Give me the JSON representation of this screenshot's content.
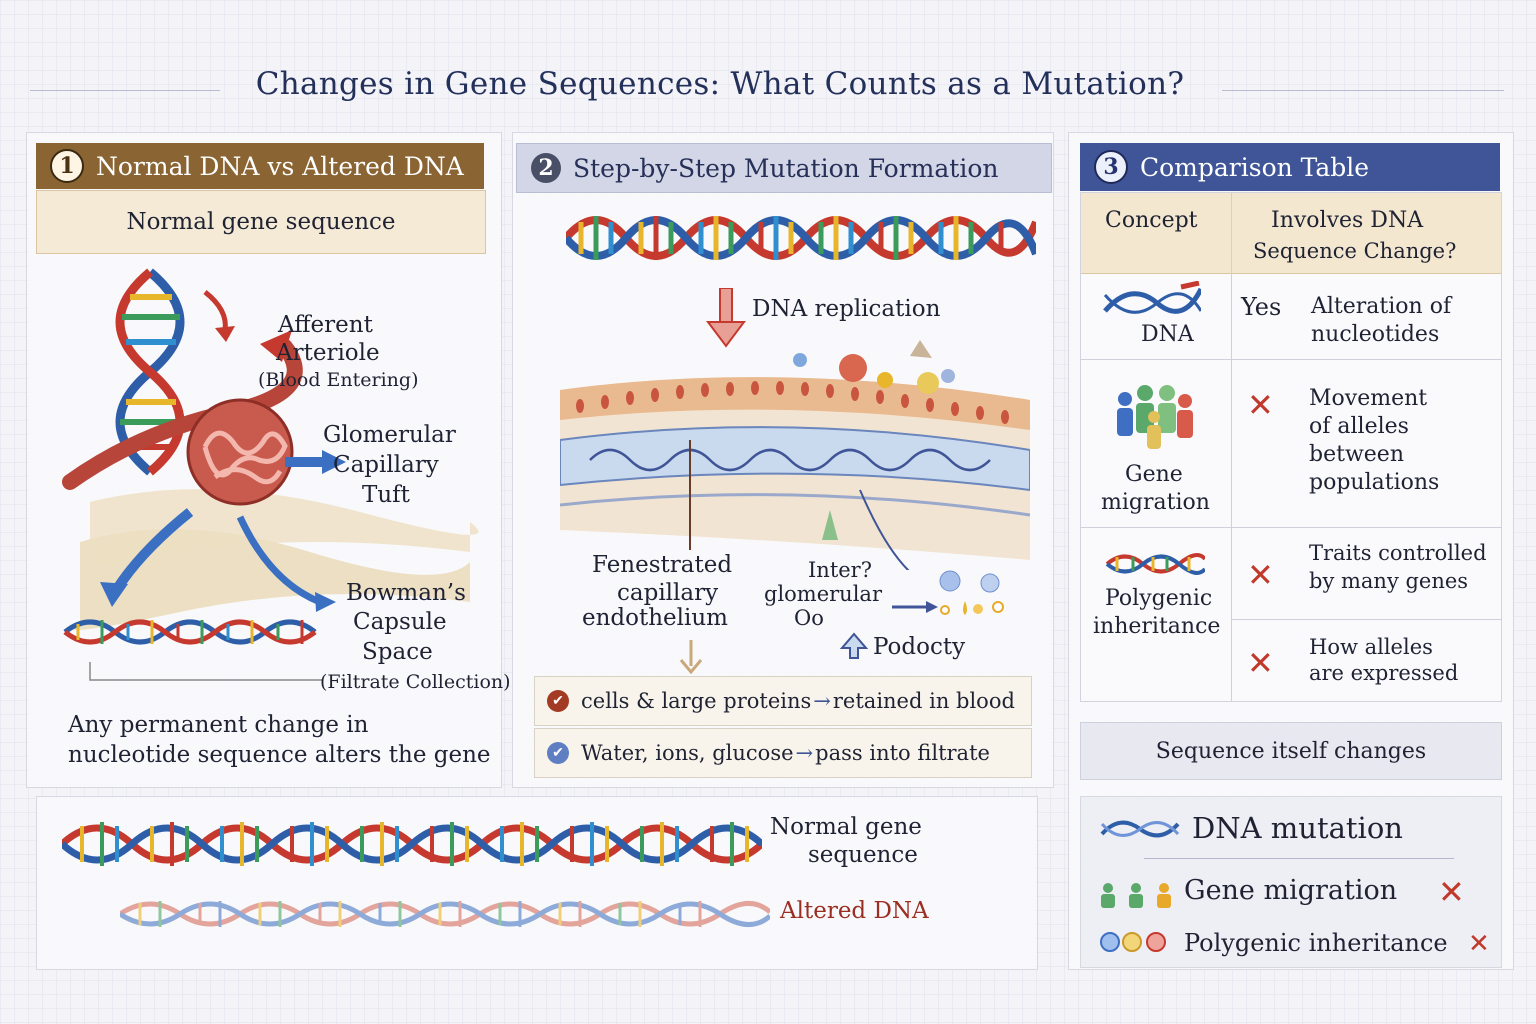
{
  "page": {
    "title": "Changes in Gene Sequences: What Counts as a Mutation?"
  },
  "panel1": {
    "header_num": "1",
    "header": "Normal DNA vs Altered DNA",
    "subheader": "Normal gene sequence",
    "labels": {
      "afferent": "Afferent",
      "arteriole": "Arteriole",
      "blood_entering": "(Blood Entering)",
      "glomerular": "Glomerular",
      "capillary": "Capillary",
      "tuft": "Tuft",
      "bowmans": "Bowman’s",
      "capsule": "Capsule",
      "space": "Space",
      "filtrate": "(Filtrate Collection)"
    },
    "caption_line1": "Any permanent change in",
    "caption_line2": "nucleotide sequence alters the gene"
  },
  "panel2": {
    "header_num": "2",
    "header": "Step-by-Step Mutation Formation",
    "replication": "DNA replication",
    "fenestrated_1": "Fenestrated",
    "fenestrated_2": "capillary",
    "fenestrated_3": "endothelium",
    "inter_1": "Inter?",
    "inter_2": "glomerular",
    "inter_3": "Oo",
    "podocyte": "Podocty",
    "row1_left": "cells & large proteins",
    "row1_right": "retained in blood",
    "row2_left": "Water, ions, glucose",
    "row2_right": "pass into filtrate"
  },
  "panel3": {
    "header_num": "3",
    "header": "Comparison Table",
    "col1": "Concept",
    "col2_line1": "Involves DNA",
    "col2_line2": "Sequence Change?",
    "rows": [
      {
        "concept": "DNA",
        "answer": "Yes",
        "desc1": "Alteration of",
        "desc2": "nucleotides"
      },
      {
        "concept1": "Gene",
        "concept2": "migration",
        "desc1": "Movement",
        "desc2": "of alleles",
        "desc3": "between",
        "desc4": "populations"
      },
      {
        "concept1": "Polygenic",
        "concept2": "inheritance",
        "desc1": "Traits controlled",
        "desc2": "by many genes"
      },
      {
        "desc1": "How alleles",
        "desc2": "are expressed"
      }
    ],
    "summary": "Sequence itself changes"
  },
  "bottom": {
    "normal_1": "Normal gene",
    "normal_2": "sequence",
    "altered": "Altered DNA"
  },
  "legend": {
    "dna_mutation": "DNA mutation",
    "gene_migration": "Gene migration",
    "polygenic": "Polygenic inheritance"
  },
  "colors": {
    "check": "#a33a23",
    "x": "#c0392b",
    "header3": "#3f5597",
    "header1": "#8a6433"
  }
}
